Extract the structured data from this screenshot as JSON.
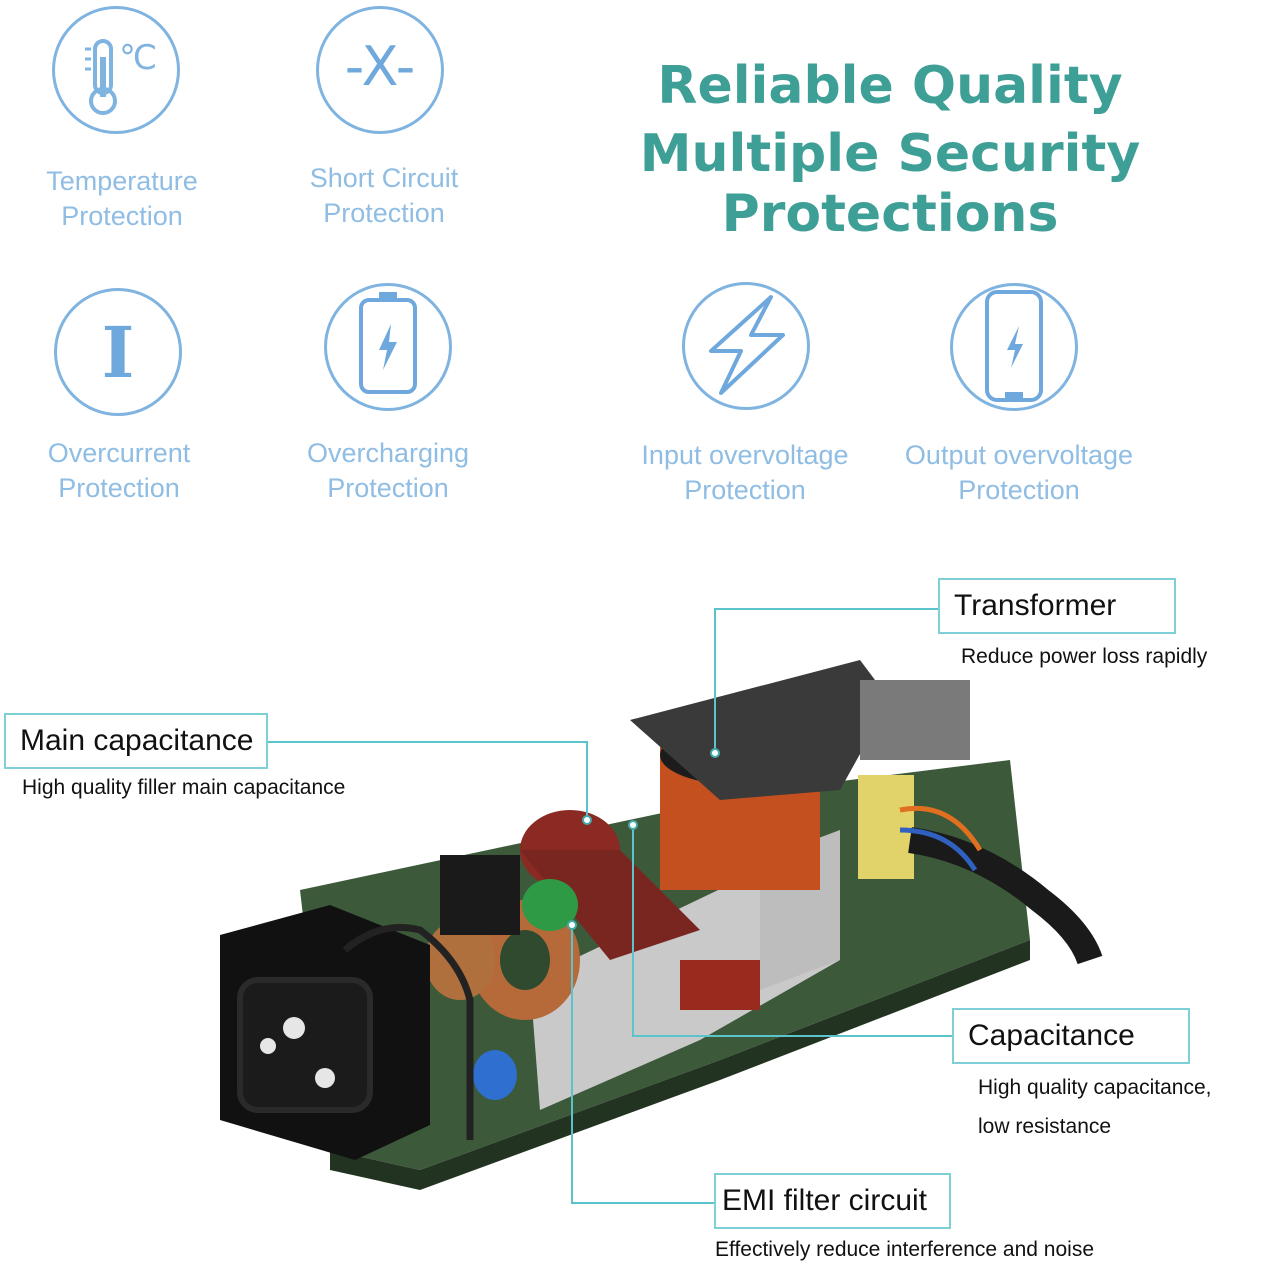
{
  "header": {
    "title_line1": "Reliable Quality",
    "title_line2": "Multiple Security Protections"
  },
  "protections": [
    {
      "icon": "thermometer-icon",
      "line1": "Temperature",
      "line2": "Protection"
    },
    {
      "icon": "short-circuit-icon",
      "line1": "Short Circuit",
      "line2": "Protection"
    },
    {
      "icon": "overcurrent-icon",
      "line1": "Overcurrent",
      "line2": "Protection"
    },
    {
      "icon": "battery-icon",
      "line1": "Overcharging",
      "line2": "Protection"
    },
    {
      "icon": "lightning-icon",
      "line1": "Input overvoltage",
      "line2": "Protection"
    },
    {
      "icon": "phone-charging-icon",
      "line1": "Output overvoltage",
      "line2": "Protection"
    }
  ],
  "icon_glyphs": {
    "thermometer_unit": "℃",
    "short_circuit": "-X-",
    "overcurrent": "I"
  },
  "callouts": {
    "transformer": {
      "label": "Transformer",
      "desc": "Reduce power loss rapidly"
    },
    "main_capacitance": {
      "label": "Main capacitance",
      "desc": "High quality filler main capacitance"
    },
    "capacitance": {
      "label": "Capacitance",
      "desc_line1": "High quality capacitance,",
      "desc_line2": "low resistance"
    },
    "emi": {
      "label": "EMI filter circuit",
      "desc": "Effectively reduce interference and noise"
    }
  },
  "colors": {
    "title": "#3e9f96",
    "icon": "#7fb3e0",
    "label": "#8fbde4",
    "callout_border": "#7fd0d6"
  }
}
